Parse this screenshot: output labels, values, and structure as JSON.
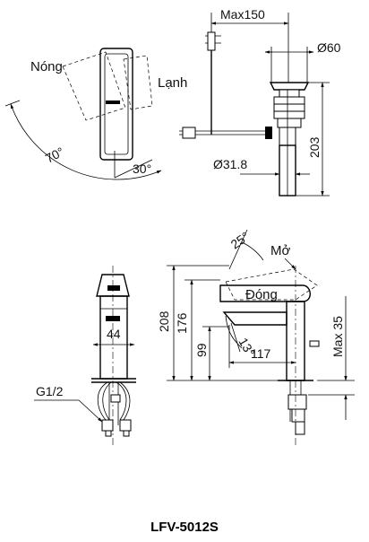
{
  "model": "LFV-5012S",
  "labels": {
    "hot": "Nóng",
    "cold": "Lạnh",
    "open": "Mở",
    "closed": "Đóng"
  },
  "dimensions": {
    "max150": "Max150",
    "dia60": "Ø60",
    "h203": "203",
    "dia318": "Ø31.8",
    "a70": "70°",
    "a30": "30°",
    "a25": "25°",
    "a13": "13°",
    "h208": "208",
    "h176": "176",
    "h99": "99",
    "w117": "117",
    "max35": "Max 35",
    "w44": "44",
    "g12": "G1/2"
  }
}
